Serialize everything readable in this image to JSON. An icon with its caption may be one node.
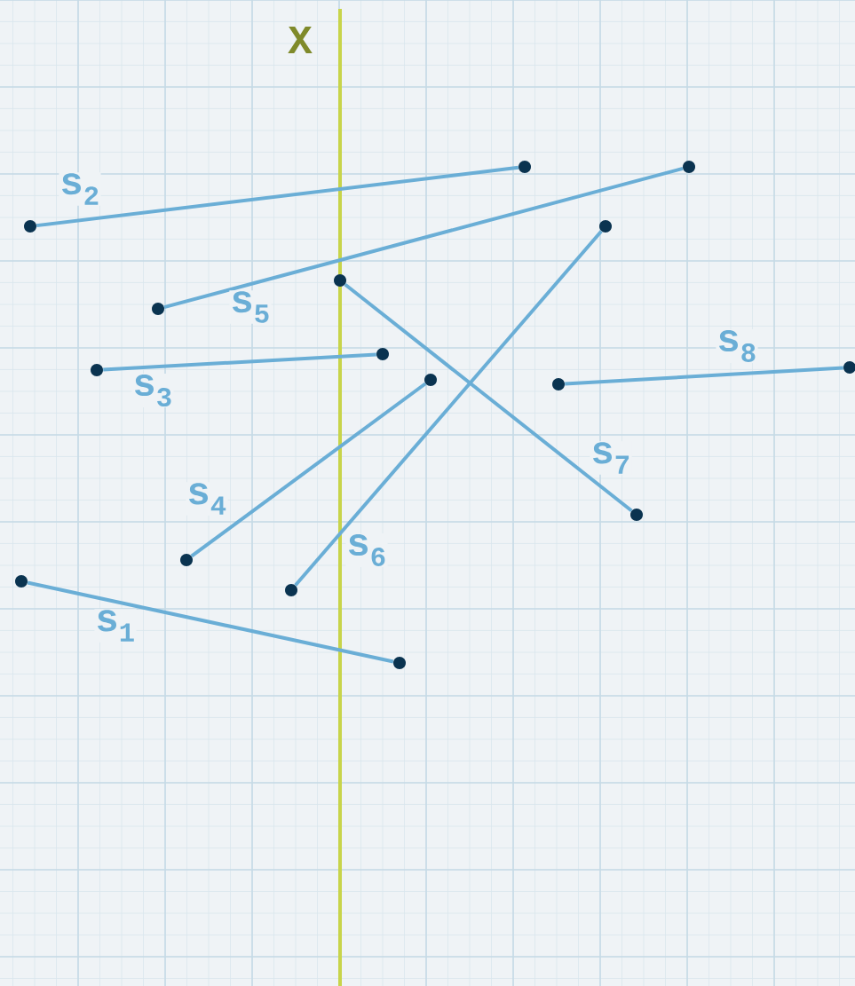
{
  "diagram": {
    "nodes": [
      {
        "text": [],
        "shape": "circle"
      },
      {
        "text": [],
        "shape": "circle"
      },
      {
        "text": [],
        "shape": "circle"
      },
      {
        "text": [],
        "shape": "circle"
      },
      {
        "text": [],
        "shape": "circle"
      },
      {
        "text": [],
        "shape": "circle"
      },
      {
        "text": [],
        "shape": "circle"
      },
      {
        "text": [],
        "shape": "circle"
      },
      {
        "text": [],
        "shape": "circle"
      },
      {
        "text": [],
        "shape": "circle"
      },
      {
        "text": [],
        "shape": "circle"
      },
      {
        "text": [],
        "shape": "circle"
      },
      {
        "text": [],
        "shape": "circle"
      },
      {
        "text": [],
        "shape": "circle"
      },
      {
        "text": [],
        "shape": "circle"
      },
      {
        "text": [],
        "shape": "circle"
      }
    ],
    "edges": [
      {
        "from": 13,
        "to": 15,
        "arrow": "none",
        "label": "s$_{1}$"
      },
      {
        "from": 2,
        "to": 0,
        "arrow": "none",
        "label": "s$_{2}$"
      },
      {
        "from": 8,
        "to": 6,
        "arrow": "none",
        "label": "s$_{3}$"
      },
      {
        "from": 12,
        "to": 9,
        "arrow": "none",
        "label": "s$_{4}$"
      },
      {
        "from": 5,
        "to": 1,
        "arrow": "none",
        "label": "s$_{5}$"
      },
      {
        "from": 14,
        "to": 3,
        "arrow": "none",
        "label": "s$_{6}$"
      },
      {
        "from": 4,
        "to": 11,
        "arrow": "none",
        "label": "s$_{7}$"
      },
      {
        "from": 10,
        "to": 7,
        "arrow": "none",
        "label": "s$_{8}$"
      }
    ],
    "labels": [
      "X"
    ]
  }
}
